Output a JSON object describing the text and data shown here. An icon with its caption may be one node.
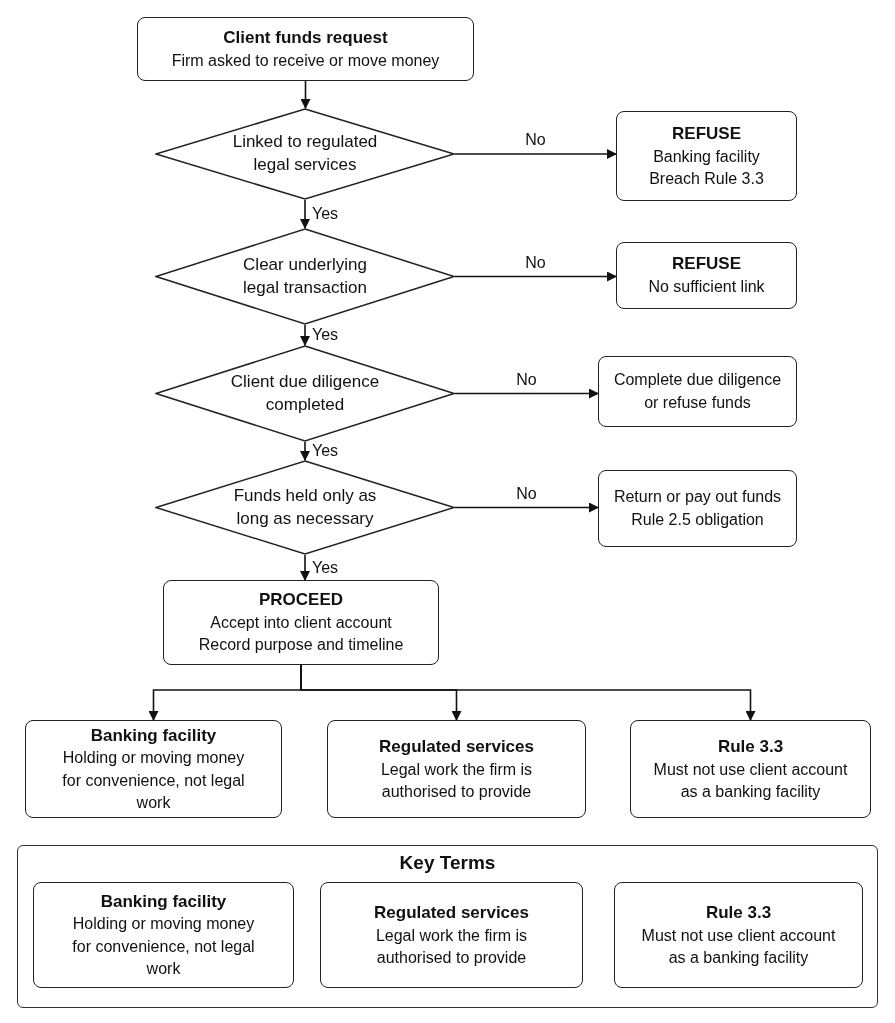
{
  "diagram": {
    "nodes": [
      {
        "text": [
          "Client funds request",
          "Firm asked to receive or move money"
        ]
      },
      {
        "text": [
          "Linked to regulated legal services"
        ]
      },
      {
        "text": [
          "REFUSE",
          "Banking facility",
          "Breach Rule 3.3"
        ]
      },
      {
        "text": [
          "Clear underlying legal transaction"
        ]
      },
      {
        "text": [
          "REFUSE",
          "No sufficient link"
        ]
      },
      {
        "text": [
          "Client due diligence completed"
        ]
      },
      {
        "text": [
          "Complete due diligence or refuse funds"
        ]
      },
      {
        "text": [
          "Funds held only as long as necessary"
        ]
      },
      {
        "text": [
          "Return or pay out funds",
          "Rule 2.5 obligation"
        ]
      },
      {
        "text": [
          "PROCEED",
          "Accept into client account",
          "Record purpose and timeline"
        ]
      },
      {
        "text": [
          "Banking facility",
          "Holding or moving money for convenience, not legal work"
        ]
      },
      {
        "text": [
          "Regulated services",
          "Legal work the firm is authorised to provide"
        ]
      },
      {
        "text": [
          "Rule 3.3",
          "Must not use client account as a banking facility"
        ]
      },
      {
        "text": [
          "Key Terms"
        ]
      },
      {
        "text": [
          "Banking facility",
          "Holding or moving money for convenience, not legal work"
        ],
        "in": 13
      },
      {
        "text": [
          "Regulated services",
          "Legal work the firm is authorised to provide"
        ],
        "in": 13
      },
      {
        "text": [
          "Rule 3.3",
          "Must not use client account as a banking facility"
        ],
        "in": 13
      }
    ],
    "edges": [
      {
        "from": 0,
        "to": 1,
        "arrow": "to"
      },
      {
        "from": 1,
        "to": 2,
        "arrow": "to",
        "label": "No"
      },
      {
        "from": 1,
        "to": 3,
        "arrow": "to",
        "label": "Yes"
      },
      {
        "from": 3,
        "to": 4,
        "arrow": "to",
        "label": "No"
      },
      {
        "from": 3,
        "to": 5,
        "arrow": "to",
        "label": "Yes"
      },
      {
        "from": 5,
        "to": 6,
        "arrow": "to",
        "label": "No"
      },
      {
        "from": 5,
        "to": 7,
        "arrow": "to",
        "label": "Yes"
      },
      {
        "from": 7,
        "to": 8,
        "arrow": "to",
        "label": "No"
      },
      {
        "from": 7,
        "to": 9,
        "arrow": "to",
        "label": "Yes"
      },
      {
        "from": 9,
        "to": 10,
        "arrow": "to"
      },
      {
        "from": 9,
        "to": 11,
        "arrow": "to"
      },
      {
        "from": 9,
        "to": 12,
        "arrow": "to"
      }
    ]
  }
}
